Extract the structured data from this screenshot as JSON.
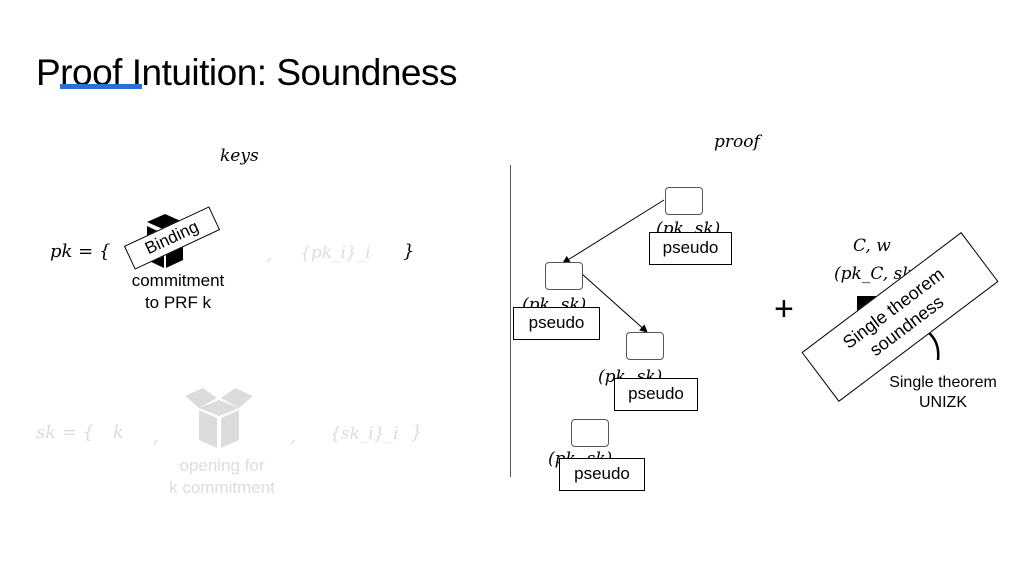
{
  "slide": {
    "title": "Proof Intuition: Soundness"
  },
  "left": {
    "keys_label": "keys",
    "pk_open": "pk = {",
    "pk_comma": ",",
    "pk_i": "{pk_i}_i",
    "pk_close": "}",
    "binding_label": "Binding",
    "commitment_label_line1": "commitment",
    "commitment_label_line2": "to PRF k",
    "sk_open": "sk = {",
    "sk_k": "k",
    "sk_comma1": ",",
    "sk_comma2": ",",
    "sk_i": "{sk_i}_i",
    "sk_close": "}",
    "opening_line1": "opening for",
    "opening_line2": "k commitment"
  },
  "right": {
    "proof_label": "proof",
    "pseudo_boxes": [
      "pseudo",
      "pseudo",
      "pseudo",
      "pseudo"
    ],
    "pair_top": "(pk, sk)",
    "pair_left": "(pk, sk)",
    "pair_mid": "(pk, sk)",
    "pair_bottom": "(pk, sk)",
    "plus": "+",
    "cw": "C, w",
    "pk_sk_c": "(pk_C, sk_C)",
    "single_theorem_soundness_line1": "Single theorem",
    "single_theorem_soundness_line2": "soundness",
    "unizk_line1": "Single theorem",
    "unizk_line2": "UNIZK"
  },
  "colors": {
    "accent_underline": "#2a6fd6",
    "faded_text": "#dcdcdc"
  }
}
